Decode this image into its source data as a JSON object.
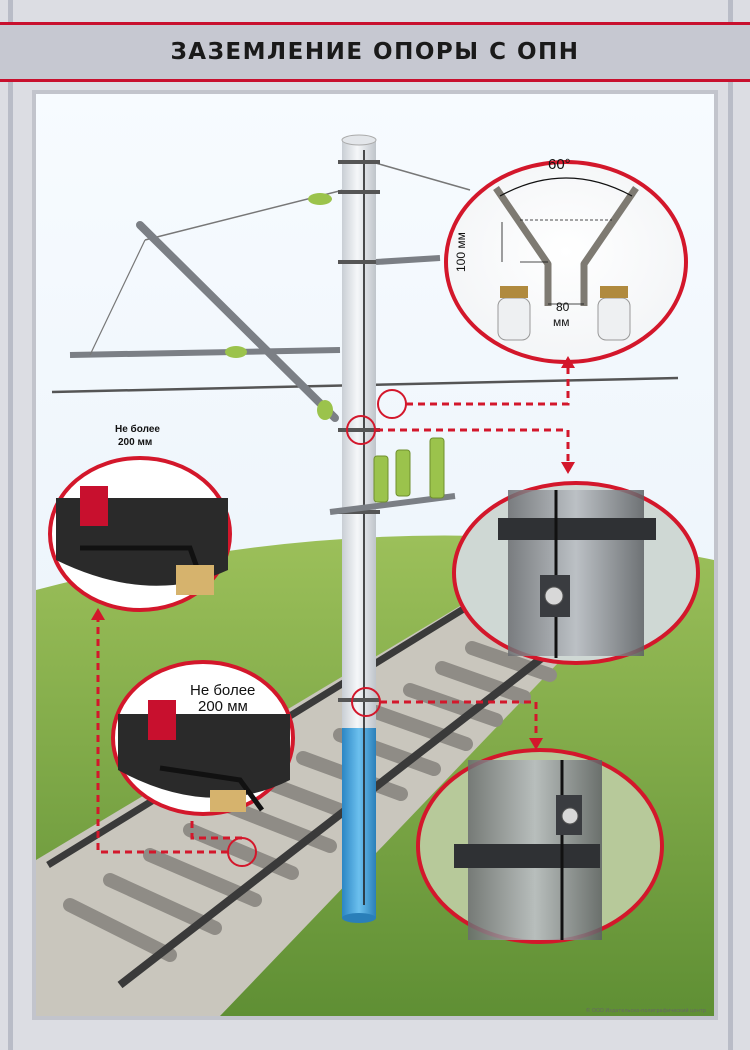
{
  "title": "ЗАЗЕМЛЕНИЕ ОПОРЫ С ОПН",
  "callouts": {
    "arrester_gap": {
      "angle": "60°",
      "height": "100 мм",
      "gap_value": "80",
      "gap_unit": "мм"
    },
    "rail_top": {
      "limit_line1": "Не более",
      "limit_line2": "200 мм"
    },
    "rail_mid": {
      "limit_line1": "Не более",
      "limit_line2": "200 мм"
    }
  },
  "footer": {
    "copyright": "© ООО Издательско-полиграфический центр"
  },
  "colors": {
    "accent": "#c8102e",
    "callout_line": "#d3172b",
    "grass": "#7aa544",
    "pole": "#e9ecef",
    "pole_base": "#3d9fd8",
    "insulator": "#9bc34c"
  }
}
